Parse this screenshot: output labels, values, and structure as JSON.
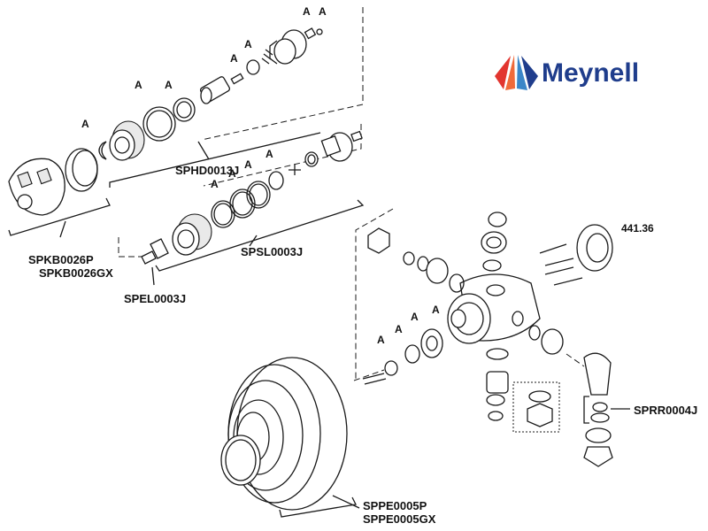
{
  "brand": {
    "name": "Meynell",
    "colors": {
      "text": "#1f3d8c",
      "red": "#e2352f",
      "blue": "#1f3d8c",
      "light_blue": "#3a86c8"
    }
  },
  "marker": "A",
  "labels": {
    "spkb_p": "SPKB0026P",
    "spkb_gx": "SPKB0026GX",
    "sphd": "SPHD0013J",
    "spsl": "SPSL0003J",
    "spel": "SPEL0003J",
    "ref_number": "441.36",
    "sprr": "SPRR0004J",
    "sppe_p": "SPPE0005P",
    "sppe_gx": "SPPE0005GX"
  }
}
